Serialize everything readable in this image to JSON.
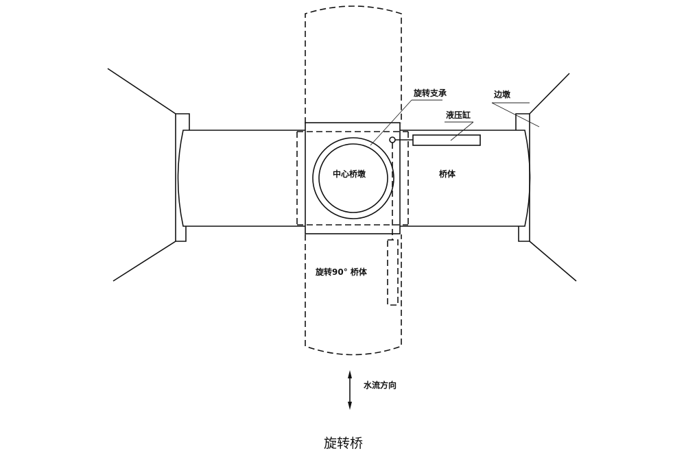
{
  "labels": {
    "rotary_bearing": "旋转支承",
    "abutment": "边墩",
    "hydraulic_cylinder": "液压缸",
    "center_pier": "中心桥墩",
    "bridge_body": "桥体",
    "rotated_bridge": "旋转90° 桥体",
    "water_flow": "水流方向"
  },
  "caption": "旋转桥"
}
